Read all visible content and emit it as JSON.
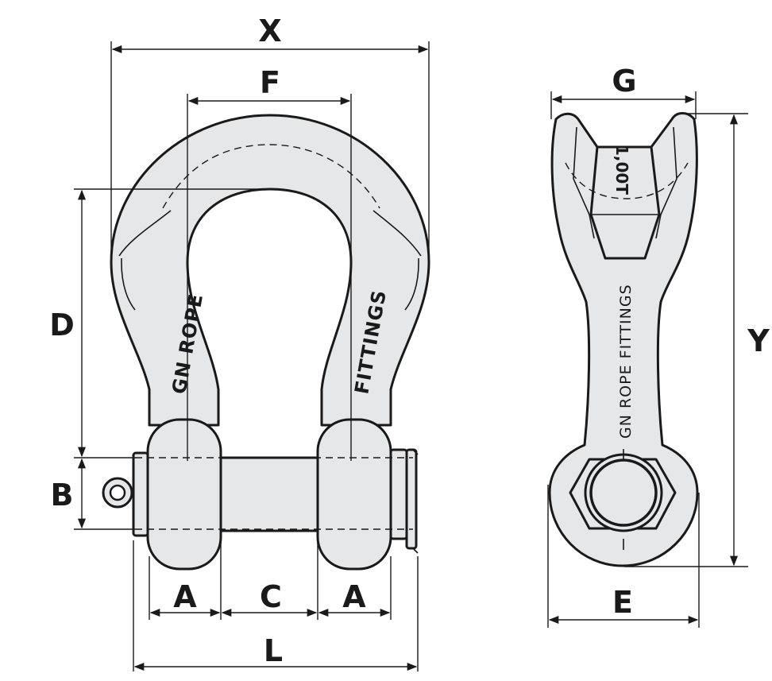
{
  "front_view": {
    "brand_left": "GN ROPE",
    "brand_right": "FITTINGS"
  },
  "side_view": {
    "brand": "GN ROPE FITTINGS",
    "marking": "1,00T"
  },
  "dimensions": {
    "x": "X",
    "f": "F",
    "d": "D",
    "b": "B",
    "a_left": "A",
    "c": "C",
    "a_right": "A",
    "l": "L",
    "g": "G",
    "y": "Y",
    "e": "E"
  }
}
